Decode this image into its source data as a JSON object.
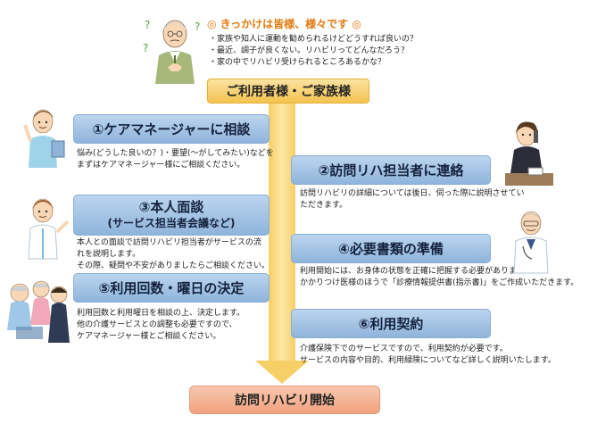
{
  "header": {
    "title": "◎ きっかけは皆様、様々です ◎",
    "bullets": [
      "・家族や知人に運動を勧められるけどどうすれば良いの？",
      "・最近、調子が良くない。リハビリってどんなだろう？",
      "・家の中でリハビリ受けられるところあるかな？"
    ]
  },
  "user_band": "ご利用者様・ご家族様",
  "steps": [
    {
      "label": "①ケアマネージャーに相談",
      "desc": [
        "悩み(どうした良いの？)・要望(～がしてみたい)などを",
        "まずはケアマネージャー様にご相談ください。"
      ]
    },
    {
      "label": "②訪問リハ担当者に連絡",
      "desc": [
        "訪問リハビリの詳細については後日、伺った際に説明させてい",
        "ただきます。"
      ]
    },
    {
      "label": "③本人面談",
      "sub": "(サービス担当者会議など)",
      "desc": [
        "本人との面談で訪問リハビリ担当者がサービスの流",
        "れを説明します。",
        "その際、疑問や不安がありましたらご相談ください。"
      ]
    },
    {
      "label": "④必要書類の準備",
      "desc": [
        "利用開始には、お身体の状態を正確に把握する必要があります。",
        "かかりつけ医様のほうで「診療情報提供書(指示書)」をご作成いただきます。"
      ]
    },
    {
      "label": "⑤利用回数・曜日の決定",
      "desc": [
        "利用回数と利用曜日を相談の上、決定します。",
        "他の介護サービスとの調整も必要ですので、",
        "ケアマネージャー様とご相談ください。"
      ]
    },
    {
      "label": "⑥利用契約",
      "desc": [
        "介護保険下でのサービスですので、利用契約が必要です。",
        "サービスの内容や目的、利用緑険についてなど詳しく説明いたします。"
      ]
    }
  ],
  "final_box": "訪問リハビリ開始"
}
